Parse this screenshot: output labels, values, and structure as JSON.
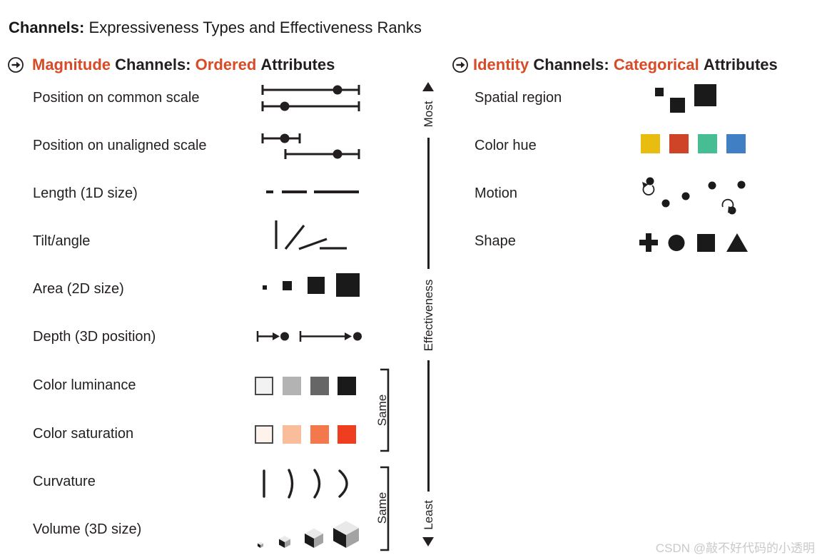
{
  "title": {
    "prefix": "Channels:",
    "rest": "Expressiveness Types and Effectiveness Ranks"
  },
  "sections": {
    "magnitude": {
      "heading": {
        "type": "Magnitude",
        "mid": "Channels:",
        "attr_type": "Ordered",
        "suffix": "Attributes"
      },
      "rows": [
        "Position on common scale",
        "Position on unaligned scale",
        "Length (1D size)",
        "Tilt/angle",
        "Area (2D size)",
        "Depth (3D position)",
        "Color luminance",
        "Color saturation",
        "Curvature",
        "Volume (3D size)"
      ]
    },
    "identity": {
      "heading": {
        "type": "Identity",
        "mid": "Channels:",
        "attr_type": "Categorical",
        "suffix": "Attributes"
      },
      "rows": [
        "Spatial region",
        "Color hue",
        "Motion",
        "Shape"
      ]
    }
  },
  "axis": {
    "top": "Most",
    "label": "Effectiveness",
    "bottom": "Least"
  },
  "brackets": {
    "label": "Same"
  },
  "swatches": {
    "luminance": [
      "#f2f2f2",
      "#b3b3b3",
      "#666666",
      "#1a1a1a"
    ],
    "saturation": [
      "#fdf3ec",
      "#f9bd9b",
      "#f3784c",
      "#ee3d1f"
    ],
    "hue": [
      "#e8bd10",
      "#cf4426",
      "#46bd92",
      "#407fc3"
    ]
  },
  "colors": {
    "accent": "#d74b27",
    "ink": "#231f20"
  },
  "watermark": "CSDN @敲不好代码的小透明"
}
